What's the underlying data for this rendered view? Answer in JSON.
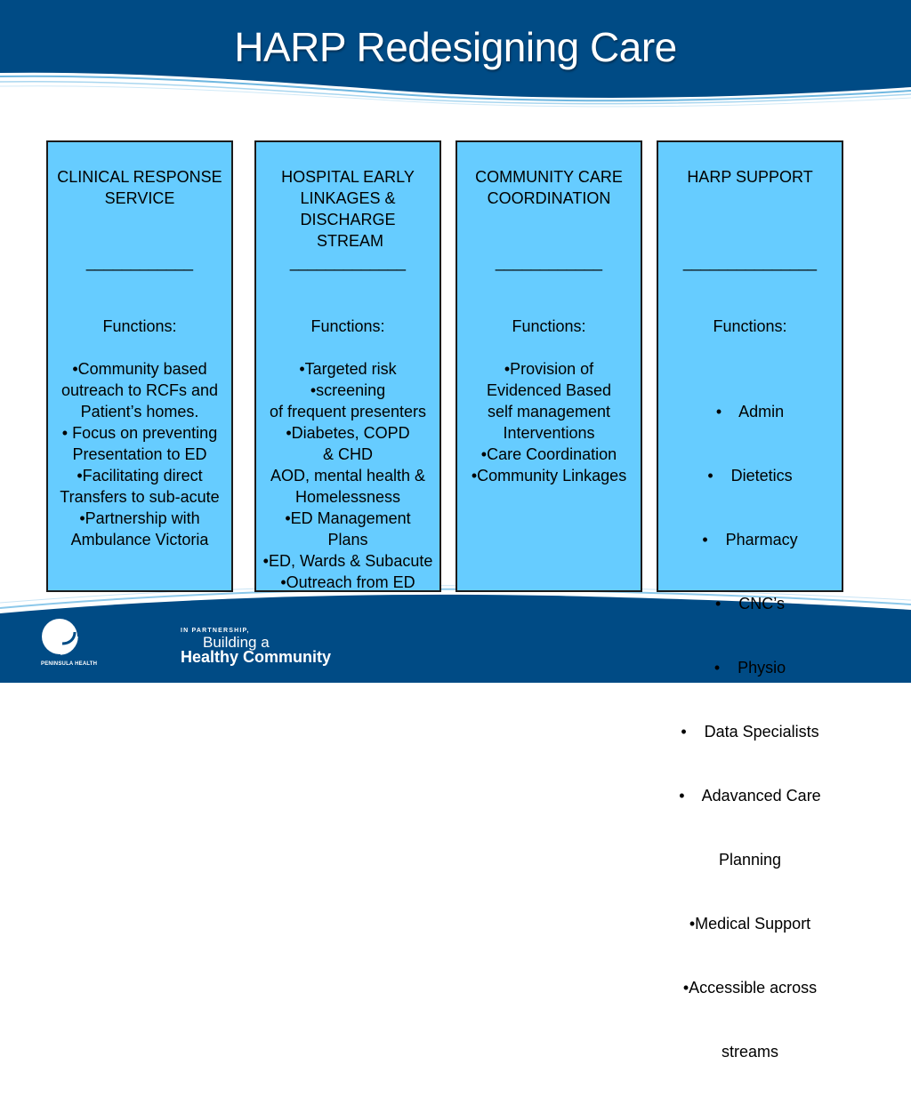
{
  "slide": {
    "title": "HARP Redesigning Care",
    "colors": {
      "header": "#004b85",
      "box_fill": "#66ccff",
      "box_border": "#1b1b1b"
    },
    "columns": [
      {
        "title_lines": [
          "CLINICAL RESPONSE",
          "SERVICE"
        ],
        "divider": "____________",
        "functions_label": "Functions:",
        "items": [
          "•Community based",
          "outreach to RCFs and",
          "Patient’s homes.",
          "• Focus on preventing",
          "Presentation to ED",
          "•Facilitating direct",
          "Transfers to sub-acute",
          "•Partnership with",
          "Ambulance Victoria"
        ]
      },
      {
        "title_lines": [
          "HOSPITAL EARLY",
          "LINKAGES &",
          "DISCHARGE",
          " STREAM"
        ],
        "divider": "_____________",
        "functions_label": "Functions:",
        "items": [
          "•Targeted risk",
          "•screening",
          "of frequent presenters",
          "•Diabetes, COPD",
          "& CHD",
          "AOD, mental health &",
          "Homelessness",
          "•ED Management",
          "Plans",
          "•ED, Wards & Subacute",
          "•Outreach from ED"
        ]
      },
      {
        "title_lines": [
          "COMMUNITY CARE",
          "COORDINATION"
        ],
        "divider": "____________",
        "functions_label": "Functions:",
        "items": [
          "•Provision of",
          "Evidenced Based",
          "self management",
          "Interventions",
          "•Care Coordination",
          "•Community Linkages"
        ]
      },
      {
        "title_lines": [
          "HARP SUPPORT"
        ],
        "divider": "_______________",
        "functions_label": "Functions:",
        "items": [
          "•    Admin",
          "•    Dietetics",
          "•    Pharmacy",
          "•    CNC’s",
          "•    Physio",
          "•    Data Specialists",
          "•    Adavanced Care",
          "Planning",
          "•Medical Support",
          "•Accessible across",
          "streams"
        ]
      }
    ],
    "footer": {
      "logo_text": "PENINSULA HEALTH",
      "tagline_small": "IN PARTNERSHIP,",
      "tagline_mid": "Building a",
      "tagline_big": "Healthy Community"
    }
  }
}
